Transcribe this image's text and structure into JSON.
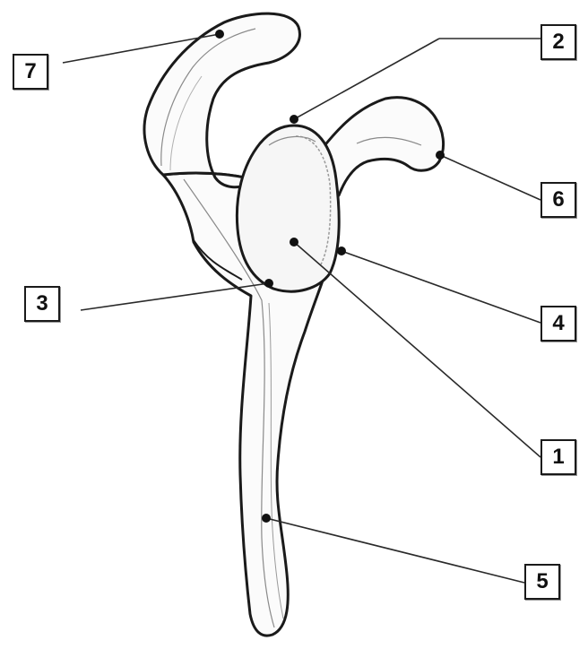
{
  "diagram": {
    "subject": "scapula",
    "view": "lateral",
    "labels": [
      {
        "id": "label-1",
        "text": "1"
      },
      {
        "id": "label-2",
        "text": "2"
      },
      {
        "id": "label-3",
        "text": "3"
      },
      {
        "id": "label-4",
        "text": "4"
      },
      {
        "id": "label-5",
        "text": "5"
      },
      {
        "id": "label-6",
        "text": "6"
      },
      {
        "id": "label-7",
        "text": "7"
      }
    ]
  },
  "colors": {
    "outline": "#1a1a1a",
    "bone_fill": "#fbfbfb",
    "shading": "#8a8a8a",
    "leader": "#2a2a2a"
  }
}
